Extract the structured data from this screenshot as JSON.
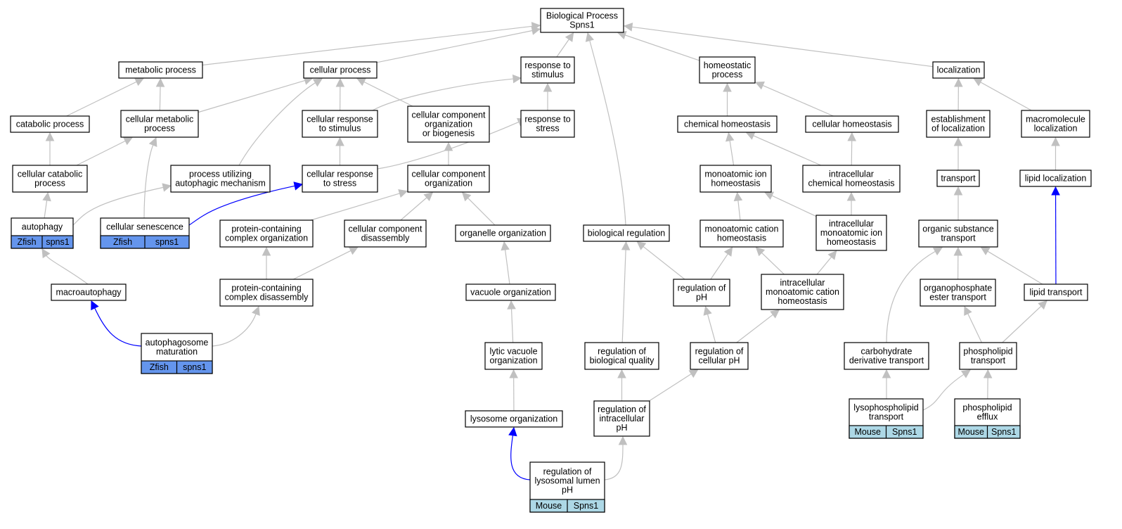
{
  "colors": {
    "edge_default": "#c0c0c0",
    "edge_annotation": "#0000ff",
    "node_border": "#000000",
    "node_fill": "#ffffff",
    "zfish_fill": "#6495ed",
    "mouse_fill": "#add8e6"
  },
  "nodes": [
    {
      "id": "root",
      "lines": [
        "Biological Process",
        "Spns1"
      ]
    },
    {
      "id": "metabolic",
      "lines": [
        "metabolic process"
      ]
    },
    {
      "id": "cellular_process",
      "lines": [
        "cellular process"
      ]
    },
    {
      "id": "response_stimulus",
      "lines": [
        "response to",
        "stimulus"
      ]
    },
    {
      "id": "homeostatic",
      "lines": [
        "homeostatic",
        "process"
      ]
    },
    {
      "id": "localization",
      "lines": [
        "localization"
      ]
    },
    {
      "id": "catabolic",
      "lines": [
        "catabolic process"
      ]
    },
    {
      "id": "cell_metabolic",
      "lines": [
        "cellular metabolic",
        "process"
      ]
    },
    {
      "id": "cell_resp_stimulus",
      "lines": [
        "cellular response",
        "to stimulus"
      ]
    },
    {
      "id": "ccob",
      "lines": [
        "cellular component",
        "organization",
        "or biogenesis"
      ]
    },
    {
      "id": "resp_stress",
      "lines": [
        "response to",
        "stress"
      ]
    },
    {
      "id": "chem_homeo",
      "lines": [
        "chemical homeostasis"
      ]
    },
    {
      "id": "cell_homeo",
      "lines": [
        "cellular homeostasis"
      ]
    },
    {
      "id": "establish_loc",
      "lines": [
        "establishment",
        "of localization"
      ]
    },
    {
      "id": "macro_loc",
      "lines": [
        "macromolecule",
        "localization"
      ]
    },
    {
      "id": "cell_catabolic",
      "lines": [
        "cellular catabolic",
        "process"
      ]
    },
    {
      "id": "process_autophagic",
      "lines": [
        "process utilizing",
        "autophagic mechanism"
      ]
    },
    {
      "id": "cell_resp_stress",
      "lines": [
        "cellular response",
        "to stress"
      ]
    },
    {
      "id": "cco",
      "lines": [
        "cellular component",
        "organization"
      ]
    },
    {
      "id": "mono_ion_homeo",
      "lines": [
        "monoatomic ion",
        "homeostasis"
      ]
    },
    {
      "id": "ic_chem_homeo",
      "lines": [
        "intracellular",
        "chemical homeostasis"
      ]
    },
    {
      "id": "transport",
      "lines": [
        "transport"
      ]
    },
    {
      "id": "lipid_loc",
      "lines": [
        "lipid localization"
      ]
    },
    {
      "id": "autophagy",
      "lines": [
        "autophagy"
      ],
      "tags": [
        "Zfish",
        "spns1"
      ],
      "tag_color": "zfish"
    },
    {
      "id": "senescence",
      "lines": [
        "cellular senescence"
      ],
      "tags": [
        "Zfish",
        "spns1"
      ],
      "tag_color": "zfish"
    },
    {
      "id": "pcco",
      "lines": [
        "protein-containing",
        "complex organization"
      ]
    },
    {
      "id": "ccd",
      "lines": [
        "cellular component",
        "disassembly"
      ]
    },
    {
      "id": "organelle_org",
      "lines": [
        "organelle organization"
      ]
    },
    {
      "id": "bio_reg",
      "lines": [
        "biological regulation"
      ]
    },
    {
      "id": "mono_cation_homeo",
      "lines": [
        "monoatomic cation",
        "homeostasis"
      ]
    },
    {
      "id": "ic_mono_ion_homeo",
      "lines": [
        "intracellular",
        "monoatomic ion",
        "homeostasis"
      ]
    },
    {
      "id": "org_subst_transport",
      "lines": [
        "organic substance",
        "transport"
      ]
    },
    {
      "id": "macroautophagy",
      "lines": [
        "macroautophagy"
      ]
    },
    {
      "id": "pcd",
      "lines": [
        "protein-containing",
        "complex disassembly"
      ]
    },
    {
      "id": "vacuole_org",
      "lines": [
        "vacuole organization"
      ]
    },
    {
      "id": "reg_ph",
      "lines": [
        "regulation of",
        "pH"
      ]
    },
    {
      "id": "ic_mono_cation_homeo",
      "lines": [
        "intracellular",
        "monoatomic cation",
        "homeostasis"
      ]
    },
    {
      "id": "organophosphate",
      "lines": [
        "organophosphate",
        "ester transport"
      ]
    },
    {
      "id": "lipid_transport",
      "lines": [
        "lipid transport"
      ]
    },
    {
      "id": "autophagosome",
      "lines": [
        "autophagosome",
        "maturation"
      ],
      "tags": [
        "Zfish",
        "spns1"
      ],
      "tag_color": "zfish"
    },
    {
      "id": "lytic_vacuole",
      "lines": [
        "lytic vacuole",
        "organization"
      ]
    },
    {
      "id": "reg_bio_quality",
      "lines": [
        "regulation of",
        "biological quality"
      ]
    },
    {
      "id": "reg_cell_ph",
      "lines": [
        "regulation of",
        "cellular pH"
      ]
    },
    {
      "id": "carb_deriv",
      "lines": [
        "carbohydrate",
        "derivative transport"
      ]
    },
    {
      "id": "phospholipid_transport",
      "lines": [
        "phospholipid",
        "transport"
      ]
    },
    {
      "id": "lysosome_org",
      "lines": [
        "lysosome organization"
      ]
    },
    {
      "id": "reg_ic_ph",
      "lines": [
        "regulation of",
        "intracellular",
        "pH"
      ]
    },
    {
      "id": "lysophospholipid",
      "lines": [
        "lysophospholipid",
        "transport"
      ],
      "tags": [
        "Mouse",
        "Spns1"
      ],
      "tag_color": "mouse"
    },
    {
      "id": "phospholipid_efflux",
      "lines": [
        "phospholipid",
        "efflux"
      ],
      "tags": [
        "Mouse",
        "Spns1"
      ],
      "tag_color": "mouse"
    },
    {
      "id": "reg_lysosomal_ph",
      "lines": [
        "regulation of",
        "lysosomal lumen",
        "pH"
      ],
      "tags": [
        "Mouse",
        "Spns1"
      ],
      "tag_color": "mouse"
    }
  ],
  "edges": [
    {
      "from": "metabolic",
      "to": "root",
      "type": "default"
    },
    {
      "from": "cellular_process",
      "to": "root",
      "type": "default"
    },
    {
      "from": "response_stimulus",
      "to": "root",
      "type": "default"
    },
    {
      "from": "homeostatic",
      "to": "root",
      "type": "default"
    },
    {
      "from": "localization",
      "to": "root",
      "type": "default"
    },
    {
      "from": "bio_reg",
      "to": "root",
      "type": "default"
    },
    {
      "from": "catabolic",
      "to": "metabolic",
      "type": "default"
    },
    {
      "from": "cell_metabolic",
      "to": "metabolic",
      "type": "default"
    },
    {
      "from": "cell_metabolic",
      "to": "cellular_process",
      "type": "default"
    },
    {
      "from": "cell_resp_stimulus",
      "to": "cellular_process",
      "type": "default"
    },
    {
      "from": "cell_resp_stimulus",
      "to": "response_stimulus",
      "type": "default"
    },
    {
      "from": "ccob",
      "to": "cellular_process",
      "type": "default"
    },
    {
      "from": "process_autophagic",
      "to": "cellular_process",
      "type": "default"
    },
    {
      "from": "resp_stress",
      "to": "response_stimulus",
      "type": "default"
    },
    {
      "from": "cell_catabolic",
      "to": "catabolic",
      "type": "default"
    },
    {
      "from": "cell_catabolic",
      "to": "cell_metabolic",
      "type": "default"
    },
    {
      "from": "senescence",
      "to": "cell_metabolic",
      "type": "default"
    },
    {
      "from": "cell_resp_stress",
      "to": "cell_resp_stimulus",
      "type": "default"
    },
    {
      "from": "cell_resp_stress",
      "to": "resp_stress",
      "type": "default"
    },
    {
      "from": "cco",
      "to": "ccob",
      "type": "default"
    },
    {
      "from": "autophagy",
      "to": "cell_catabolic",
      "type": "default"
    },
    {
      "from": "autophagy",
      "to": "process_autophagic",
      "type": "default"
    },
    {
      "from": "senescence",
      "to": "cell_resp_stress",
      "type": "annotation"
    },
    {
      "from": "pcco",
      "to": "cco",
      "type": "default"
    },
    {
      "from": "ccd",
      "to": "cco",
      "type": "default"
    },
    {
      "from": "organelle_org",
      "to": "cco",
      "type": "default"
    },
    {
      "from": "macroautophagy",
      "to": "autophagy",
      "type": "default"
    },
    {
      "from": "pcd",
      "to": "pcco",
      "type": "default"
    },
    {
      "from": "pcd",
      "to": "ccd",
      "type": "default"
    },
    {
      "from": "vacuole_org",
      "to": "organelle_org",
      "type": "default"
    },
    {
      "from": "autophagosome",
      "to": "macroautophagy",
      "type": "annotation"
    },
    {
      "from": "autophagosome",
      "to": "pcd",
      "type": "default"
    },
    {
      "from": "lytic_vacuole",
      "to": "vacuole_org",
      "type": "default"
    },
    {
      "from": "lysosome_org",
      "to": "lytic_vacuole",
      "type": "default"
    },
    {
      "from": "reg_lysosomal_ph",
      "to": "lysosome_org",
      "type": "annotation"
    },
    {
      "from": "reg_lysosomal_ph",
      "to": "reg_ic_ph",
      "type": "default"
    },
    {
      "from": "reg_ic_ph",
      "to": "reg_bio_quality",
      "type": "default"
    },
    {
      "from": "reg_ic_ph",
      "to": "reg_cell_ph",
      "type": "default"
    },
    {
      "from": "reg_bio_quality",
      "to": "bio_reg",
      "type": "default"
    },
    {
      "from": "reg_ph",
      "to": "bio_reg",
      "type": "default"
    },
    {
      "from": "reg_ph",
      "to": "mono_cation_homeo",
      "type": "default"
    },
    {
      "from": "reg_cell_ph",
      "to": "reg_ph",
      "type": "default"
    },
    {
      "from": "reg_cell_ph",
      "to": "ic_mono_cation_homeo",
      "type": "default"
    },
    {
      "from": "chem_homeo",
      "to": "homeostatic",
      "type": "default"
    },
    {
      "from": "cell_homeo",
      "to": "homeostatic",
      "type": "default"
    },
    {
      "from": "mono_ion_homeo",
      "to": "chem_homeo",
      "type": "default"
    },
    {
      "from": "ic_chem_homeo",
      "to": "chem_homeo",
      "type": "default"
    },
    {
      "from": "ic_chem_homeo",
      "to": "cell_homeo",
      "type": "default"
    },
    {
      "from": "mono_cation_homeo",
      "to": "mono_ion_homeo",
      "type": "default"
    },
    {
      "from": "ic_mono_ion_homeo",
      "to": "mono_ion_homeo",
      "type": "default"
    },
    {
      "from": "ic_mono_ion_homeo",
      "to": "ic_chem_homeo",
      "type": "default"
    },
    {
      "from": "ic_mono_cation_homeo",
      "to": "mono_cation_homeo",
      "type": "default"
    },
    {
      "from": "ic_mono_cation_homeo",
      "to": "ic_mono_ion_homeo",
      "type": "default"
    },
    {
      "from": "establish_loc",
      "to": "localization",
      "type": "default"
    },
    {
      "from": "macro_loc",
      "to": "localization",
      "type": "default"
    },
    {
      "from": "transport",
      "to": "establish_loc",
      "type": "default"
    },
    {
      "from": "lipid_loc",
      "to": "macro_loc",
      "type": "default"
    },
    {
      "from": "org_subst_transport",
      "to": "transport",
      "type": "default"
    },
    {
      "from": "lipid_transport",
      "to": "lipid_loc",
      "type": "annotation"
    },
    {
      "from": "lipid_transport",
      "to": "org_subst_transport",
      "type": "default"
    },
    {
      "from": "organophosphate",
      "to": "org_subst_transport",
      "type": "default"
    },
    {
      "from": "carb_deriv",
      "to": "org_subst_transport",
      "type": "default"
    },
    {
      "from": "phospholipid_transport",
      "to": "organophosphate",
      "type": "default"
    },
    {
      "from": "phospholipid_transport",
      "to": "lipid_transport",
      "type": "default"
    },
    {
      "from": "lysophospholipid",
      "to": "carb_deriv",
      "type": "default"
    },
    {
      "from": "lysophospholipid",
      "to": "phospholipid_transport",
      "type": "default"
    },
    {
      "from": "phospholipid_efflux",
      "to": "phospholipid_transport",
      "type": "default"
    }
  ]
}
